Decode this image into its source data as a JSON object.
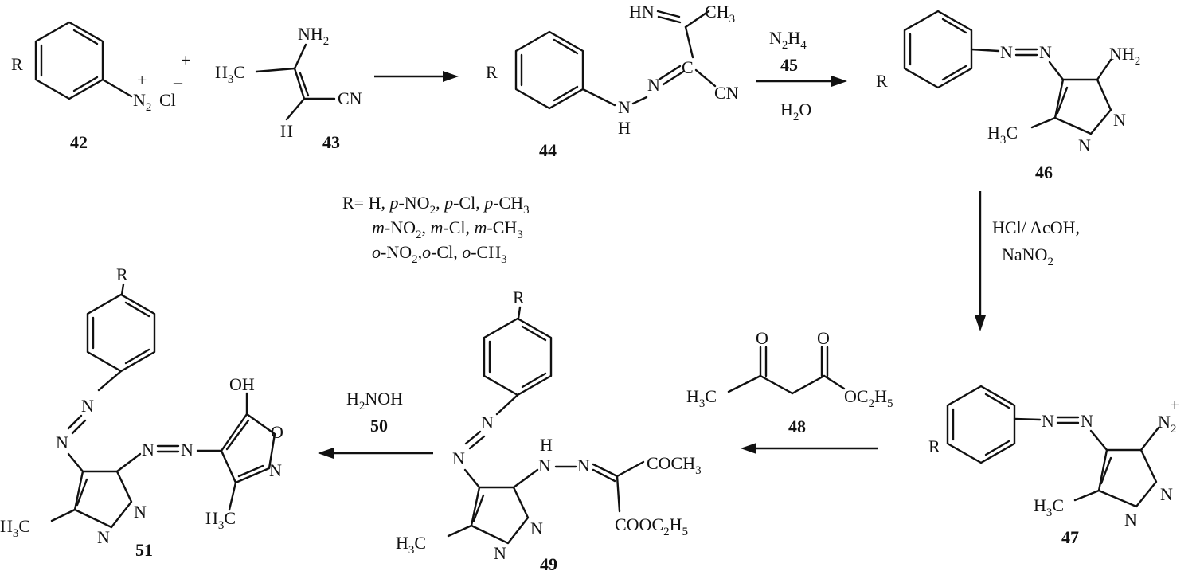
{
  "atoms": {
    "r": "R",
    "n": "N",
    "h": "H",
    "c": "C",
    "cn": "CN",
    "hn": "HN",
    "ch": "CH",
    "nh": "NH",
    "hc": "H",
    "c_lbl": "C",
    "n2": "N",
    "cl": "Cl",
    "oh": "OH",
    "o": "O",
    "plus": "+",
    "minus": "–",
    "one": "2",
    "three": "3",
    "cooc": "COOC",
    "coch": "COCH",
    "oc": "OC",
    "five": "5"
  },
  "labels": {
    "c42": "42",
    "c43": "43",
    "c44": "44",
    "c45": "45",
    "c46": "46",
    "c47": "47",
    "c48": "48",
    "c49": "49",
    "c50": "50",
    "c51": "51"
  },
  "reagents": {
    "plus_sign": "+",
    "n2h4_a": "N",
    "n2h4_b": "H",
    "water_a": "H",
    "water_b": "O",
    "hcl": "HCl/ AcOH,",
    "nano2_a": "NaNO",
    "h2noh_a": "H",
    "h2noh_b": "NOH"
  },
  "r_groups": {
    "line1_prefix": "R= H, ",
    "line1_items": [
      "p",
      "-NO",
      "2",
      ", ",
      "p",
      "-Cl, ",
      "p",
      "-CH",
      "3"
    ],
    "line2_items": [
      "m",
      "-NO",
      "2",
      ", ",
      "m",
      "-Cl, ",
      "m",
      "-CH",
      "3"
    ],
    "line3_items": [
      "o",
      "-NO",
      "2",
      ",",
      "o",
      "-Cl, ",
      "o",
      "-CH",
      "3"
    ]
  }
}
